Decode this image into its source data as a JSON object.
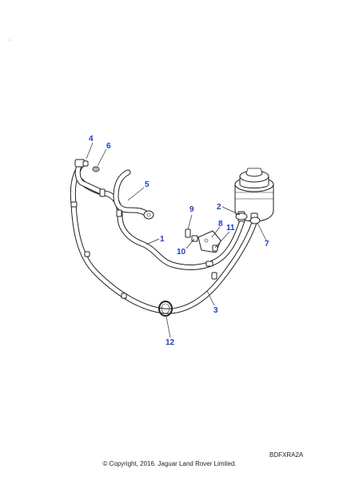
{
  "diagram": {
    "reference_code": "BDFXRA2A",
    "copyright": "© Copyright, 2016. Jaguar Land Rover Limited.",
    "callouts": [
      "1",
      "2",
      "3",
      "4",
      "5",
      "6",
      "7",
      "8",
      "9",
      "10",
      "11",
      "12"
    ]
  }
}
